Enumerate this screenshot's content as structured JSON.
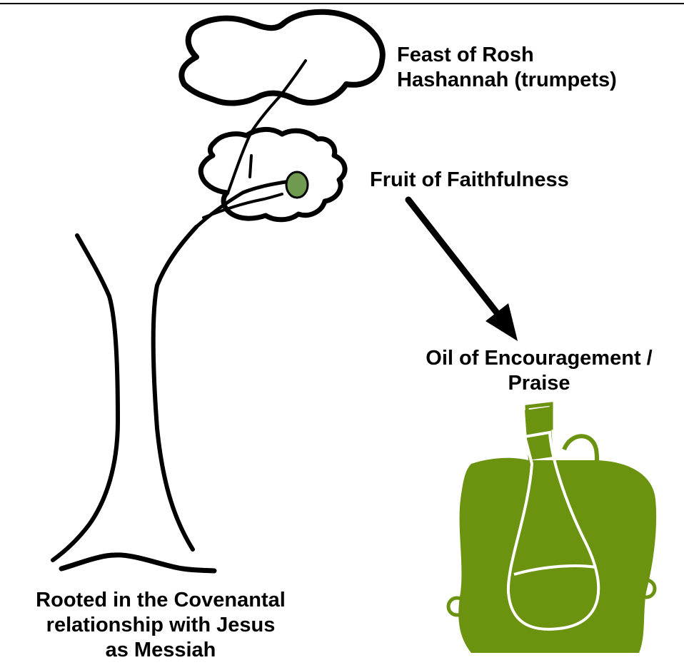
{
  "colors": {
    "ink": "#000000",
    "fruit": "#6f9a4f",
    "jar": "#6b9310",
    "jar_highlight": "#ffffff"
  },
  "labels": {
    "feast": [
      "Feast of Rosh",
      "Hashannah (trumpets)"
    ],
    "fruit": "Fruit of Faithfulness",
    "oil": [
      "Oil of Encouragement /",
      "Praise"
    ],
    "rooted": [
      "Rooted in the Covenantal",
      "relationship with Jesus",
      "as Messiah"
    ]
  }
}
